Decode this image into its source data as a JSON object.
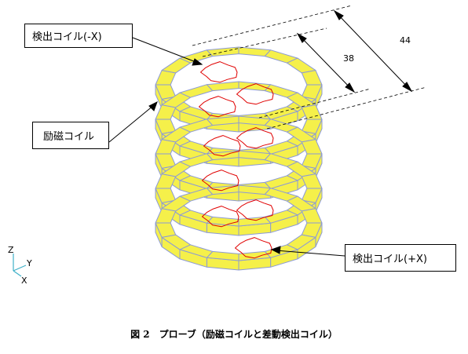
{
  "labels": {
    "detect_minus": "検出コイル(-X)",
    "excite": "励磁コイル",
    "detect_plus": "検出コイル(+X)"
  },
  "dimensions": {
    "inner": "38",
    "outer": "44"
  },
  "axes": {
    "z": "Z",
    "y": "Y",
    "x": "X"
  },
  "caption": "図 2　プローブ（励磁コイルと差動検出コイル）",
  "colors": {
    "coil_fill": "#f5f04a",
    "coil_edge": "#8c9ad6",
    "detect_coil": "#e00000",
    "axis": "#3fb0c8"
  }
}
